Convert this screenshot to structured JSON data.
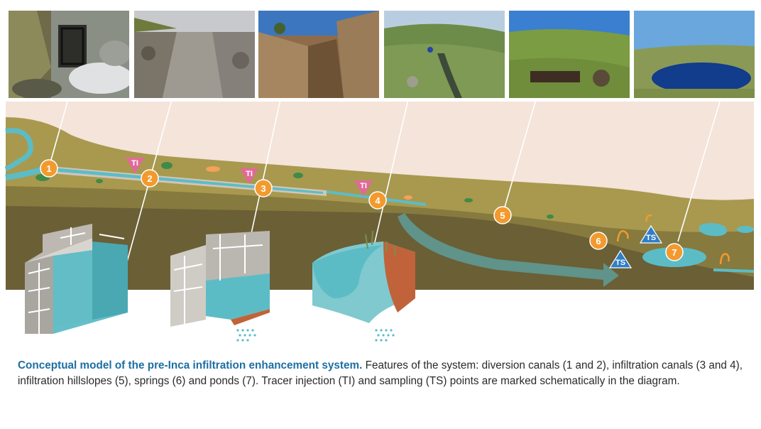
{
  "markers": {
    "m1": "1",
    "m2": "2",
    "m3": "3",
    "m4": "4",
    "m5": "5",
    "m6": "6",
    "m7": "7",
    "ti": "TI",
    "ts": "TS"
  },
  "caption": {
    "title": "Conceptual model of the pre-Inca infiltration enhancement system.",
    "body": " Features of the system: diversion canals (1 and 2), infiltration canals (3 and 4), infiltration hillslopes (5), springs (6) and ponds (7). Tracer injection (TI) and sampling (TS) points are marked schematically in the diagram."
  },
  "colors": {
    "sky": "#f4e4da",
    "terrain_top": "#a8994f",
    "terrain_mid": "#867a3e",
    "subsurface": "#6b5f36",
    "water": "#5cbcc6",
    "flow_arrow": "#5e9c98",
    "marker_orange": "#f39a2e",
    "marker_pink": "#e3689a",
    "marker_blue": "#2f7ec8",
    "caption_title": "#1d6fa3"
  },
  "icons": [
    "ti-triangle-icon",
    "ts-triangle-icon",
    "spring-icon",
    "plant-icon",
    "stone-wall-block-icon",
    "earth-canal-block-icon"
  ]
}
